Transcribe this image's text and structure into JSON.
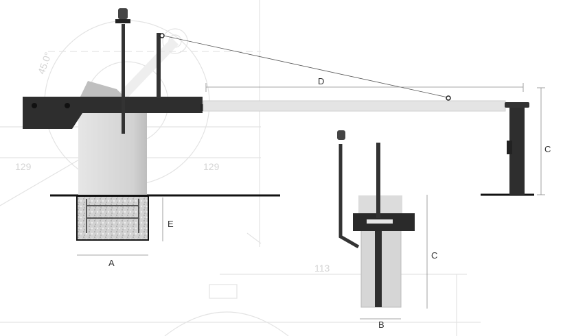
{
  "diagram": {
    "dimension_labels": {
      "D": "D",
      "C_barrier": "C",
      "E": "E",
      "A": "A",
      "B": "B",
      "C_post": "C"
    },
    "background_labels": {
      "angle_45": "45.0°",
      "dim_129_left": "129",
      "dim_129_right": "129",
      "dim_113": "113"
    },
    "colors": {
      "dark_metal": "#2e2e2e",
      "housing": "#d9d9d9",
      "boom": "#e4e4e4",
      "concrete": "#cfcfcf",
      "ground": "#111111"
    }
  }
}
